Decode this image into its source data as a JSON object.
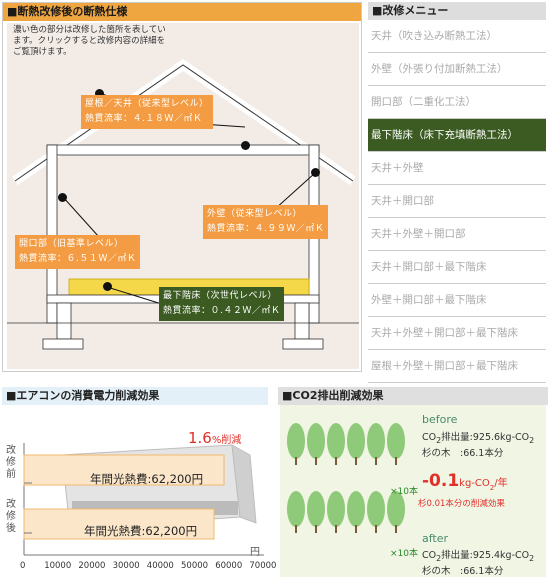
{
  "spec": {
    "title": "■断熱改修後の断熱仕様",
    "note": "濃い色の部分は改修した箇所を表しています。クリックすると改修内容の詳細をご覧頂けます。",
    "callouts": {
      "roof": [
        "屋根／天井（従来型レベル）",
        "熱貫流率：４.１８Ｗ／㎡Ｋ"
      ],
      "wall": [
        "外壁（従来型レベル）",
        "熱貫流率：４.９９Ｗ／㎡Ｋ"
      ],
      "opening": [
        "開口部（旧基準レベル）",
        "熱貫流率：６.５１Ｗ／㎡Ｋ"
      ],
      "floor": [
        "最下階床（次世代レベル）",
        "熱貫流率：０.４２Ｗ／㎡Ｋ"
      ]
    }
  },
  "menu": {
    "title": "■改修メニュー",
    "items": [
      {
        "label": "天井（吹き込み断熱工法）",
        "active": false
      },
      {
        "label": "外壁（外張り付加断熱工法）",
        "active": false
      },
      {
        "label": "開口部（二重化工法）",
        "active": false
      },
      {
        "label": "最下階床（床下充填断熱工法）",
        "active": true
      },
      {
        "label": "天井＋外壁",
        "active": false
      },
      {
        "label": "天井＋開口部",
        "active": false
      },
      {
        "label": "天井＋外壁＋開口部",
        "active": false
      },
      {
        "label": "天井＋開口部＋最下階床",
        "active": false
      },
      {
        "label": "外壁＋開口部＋最下階床",
        "active": false
      },
      {
        "label": "天井＋外壁＋開口部＋最下階床",
        "active": false
      },
      {
        "label": "屋根＋外壁＋開口部＋最下階床",
        "active": false
      }
    ]
  },
  "ac": {
    "title": "■エアコンの消費電力削減効果",
    "reduction_value": "1.6",
    "reduction_unit": "%削減",
    "before_label": [
      "改",
      "修",
      "前"
    ],
    "after_label": [
      "改",
      "修",
      "後"
    ],
    "before_cost": "年間光熱費:62,200円",
    "after_cost": "年間光熱費:62,200円",
    "unit": "円",
    "ticks": [
      "0",
      "10000",
      "20000",
      "30000",
      "40000",
      "50000",
      "60000",
      "70000"
    ]
  },
  "co2": {
    "title": "■CO2排出削減効果",
    "before": "before",
    "before_emission_label": "CO",
    "before_emission_sub": "2",
    "before_emission_text": "排出量:925.6kg-CO",
    "before_emission_sub2": "2",
    "before_trees": "杉の木　:66.1本分",
    "reduction": "-0.1",
    "reduction_unit": "kg-CO",
    "reduction_unit_sub": "2",
    "reduction_unit_tail": "/年",
    "reduction_note": "杉0.01本分の削減効果",
    "tree_multiplier": "×10本",
    "after": "after",
    "after_emission_label": "CO",
    "after_emission_sub": "2",
    "after_emission_text": "排出量:925.4kg-CO",
    "after_emission_sub2": "2",
    "after_trees": "杉の木　:66.1本分"
  },
  "colors": {
    "orange": "#f39c43",
    "green": "#3b5b22",
    "red": "#e0302a"
  }
}
